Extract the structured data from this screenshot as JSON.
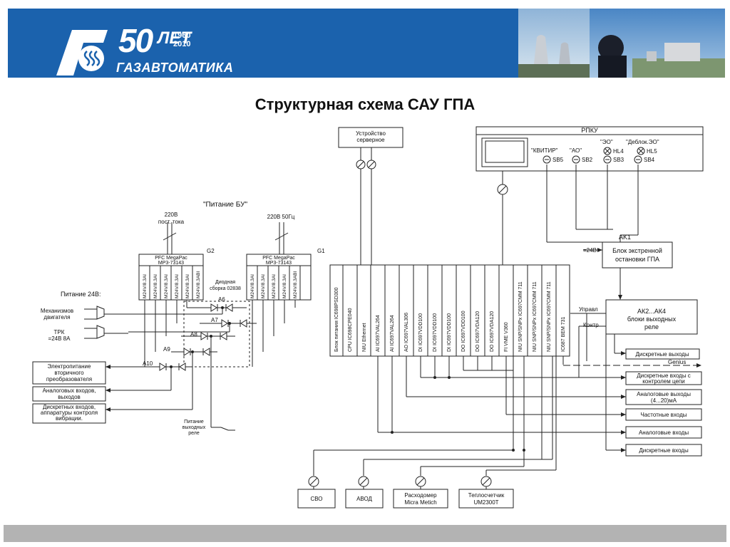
{
  "header": {
    "logo_number": "50",
    "logo_word": "ЛЕТ",
    "years_top": "1960",
    "years_bottom": "2010",
    "brand": "ГАЗАВТОМАТИКА",
    "colors": {
      "header_bg": "#1b62ad",
      "footer_bg": "#b3b3b3"
    }
  },
  "slide": {
    "title": "Структурная схема САУ ГПА"
  },
  "diagram": {
    "server": [
      "Устройство",
      "серверное"
    ],
    "rpku": {
      "title": "РПКУ",
      "kvitir": "\"КВИТИР\"",
      "ao": "\"АО\"",
      "eo": "\"ЭО\"",
      "deblok": "\"Деблок.ЭО\"",
      "sb5": "SB5",
      "sb2": "SB2",
      "sb3": "SB3",
      "sb4": "SB4",
      "hl4": "HL4",
      "hl5": "HL5"
    },
    "power": {
      "title": "\"Питание БУ\"",
      "left_supply": [
        "220В",
        "пост. тока"
      ],
      "right_supply": "220В 50Гц",
      "pfc_name": "PFC MegaPac",
      "pfc_model": "MP3-73143",
      "g2": "G2",
      "g1": "G1",
      "modules_left": [
        "M24V/8.3AI",
        "M24V/8.3AI",
        "M24V/8.3AI",
        "M24V/8.3AI",
        "M24V/8.3AI",
        "M24V/8.3ABI"
      ],
      "modules_right": [
        "M24V/8.3AI",
        "M24V/8.3AI",
        "M24V/8.3AI",
        "M24V/8.3AI",
        "M24V/8.3ABI"
      ],
      "diode_label": [
        "Диодная",
        "сборка 02838"
      ],
      "a6": "A6",
      "a7": "A7",
      "a8": "A8",
      "a9": "A9",
      "a10": "A10",
      "supply_24v": "Питание 24В:",
      "mech": [
        "Механизмов",
        "двигателя"
      ],
      "trk": [
        "ТРК",
        "=24В 8А"
      ],
      "out_relay": [
        "Питание",
        "выходных",
        "реле"
      ]
    },
    "left_boxes": {
      "electro": [
        "Электропитание",
        "вторичного",
        "преобразователя"
      ],
      "analog": [
        "Аналоговых входов,",
        "выходов"
      ],
      "discrete": [
        "Дискретных входов,",
        "аппаратуры  контроля",
        "вибрации."
      ]
    },
    "rack_modules": [
      "Блок питания IC698PSD300",
      "CPU IC698CPE040",
      "NIU Ethernet",
      "AI IC697VAL264",
      "AI IC697VAL264",
      "AO IC697VAL306",
      "DI IC697VDD100",
      "DI IC697VDD100",
      "DI IC697VDD100",
      "DO IC697VDD100",
      "DO IC697VDA120",
      "DO IC697VDA120",
      "FI VME V360",
      "NIU SNP/SNPx IC697CMM 711",
      "NIU SNP/SNPx IC697CMM 711",
      "NIU SNP/SNPx IC697CMM 711",
      "IC687 BEM 731"
    ],
    "ak1": {
      "label": "AK1",
      "text": [
        "Блок экстренной",
        "остановки ГПА"
      ],
      "input": "=24В"
    },
    "ak2": {
      "text": [
        "АК2...АК4",
        "блоки выходных",
        "реле"
      ],
      "upr": "Управл",
      "kontr": "Контр"
    },
    "outputs": {
      "discrete_out": "Дискретные выходы",
      "genius": "Genius",
      "discrete_in_check": [
        "Дискретные входы  с",
        "контролем цепи"
      ],
      "analog_out": [
        "Аналоговые выходы",
        "(4...20)мА"
      ],
      "freq_in": "Частотные входы",
      "analog_in": "Аналоговые входы",
      "discrete_in": "Дискретные входы"
    },
    "bottom": {
      "svo": "СВО",
      "avod": "АВОД",
      "flow": [
        "Расходомер",
        "Micra Metich"
      ],
      "heat": [
        "Теплосчетчик",
        "UM2300T"
      ]
    }
  }
}
